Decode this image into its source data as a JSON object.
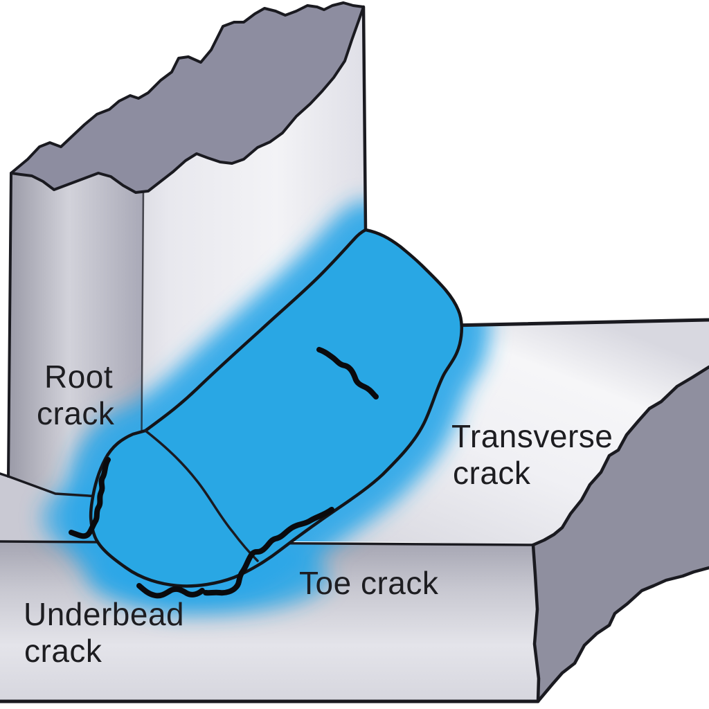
{
  "diagram": {
    "subject": "weld-crack-types",
    "labels": {
      "root": {
        "line1": "Root",
        "line2": "crack"
      },
      "transverse": {
        "line1": "Transverse",
        "line2": "crack"
      },
      "toe": {
        "line1": "Toe crack"
      },
      "underbead": {
        "line1": "Underbead",
        "line2": "crack"
      }
    },
    "colors": {
      "background": "#ffffff",
      "weld_bead": "#29a7e4",
      "heat_glow": "#2ba7e8",
      "outline": "#1a1a20",
      "crack_stroke": "#0a0a0d",
      "label_text": "#1d1d21",
      "torn_top_surface": "#8d8da0",
      "broken_edge_face": "#8f8f9f",
      "left_step_surface": "#c9c9d3"
    }
  }
}
